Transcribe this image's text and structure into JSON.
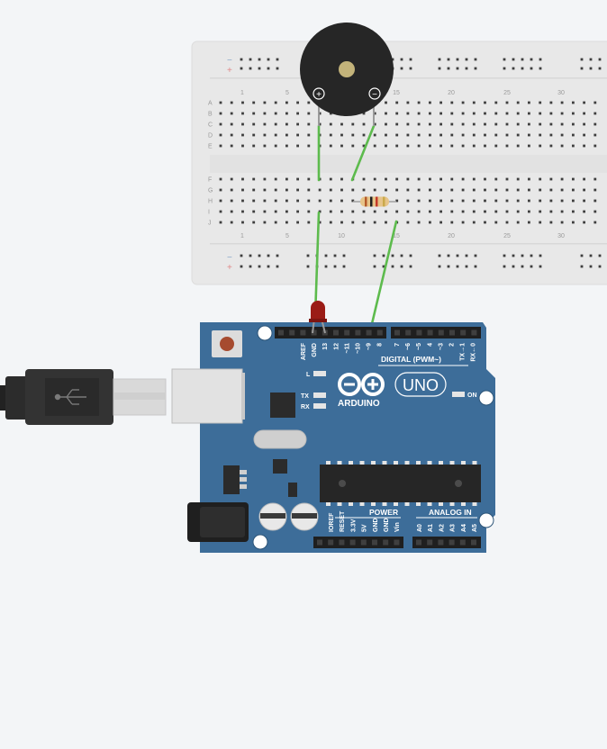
{
  "breadboard": {
    "rail_minus": "−",
    "rail_plus": "+",
    "column_numbers": [
      "1",
      "5",
      "10",
      "15",
      "20",
      "25",
      "30"
    ],
    "rows_top": [
      "A",
      "B",
      "C",
      "D",
      "E"
    ],
    "rows_bottom": [
      "F",
      "G",
      "H",
      "I",
      "J"
    ]
  },
  "buzzer": {
    "plus_symbol": "+",
    "minus_symbol": "−"
  },
  "arduino": {
    "brand": "ARDUINO",
    "model": "UNO",
    "on_label": "ON",
    "l_label": "L",
    "tx_label": "TX",
    "rx_label": "RX",
    "digital_label": "DIGITAL (PWM~)",
    "power_label": "POWER",
    "analog_label": "ANALOG IN",
    "digital_pins": [
      "AREF",
      "GND",
      "13",
      "12",
      "~11",
      "~10",
      "~9",
      "8",
      "7",
      "~6",
      "~5",
      "4",
      "~3",
      "2",
      "TX→1",
      "RX←0"
    ],
    "power_pins": [
      "IOREF",
      "RESET",
      "3.3V",
      "5V",
      "GND",
      "GND",
      "Vin"
    ],
    "analog_pins": [
      "A0",
      "A1",
      "A2",
      "A3",
      "A4",
      "A5"
    ]
  },
  "colors": {
    "wire": "#5dbb4d",
    "board": "#3d6d99",
    "breadboard": "#e8e8e8",
    "led": "#9b1c16"
  }
}
